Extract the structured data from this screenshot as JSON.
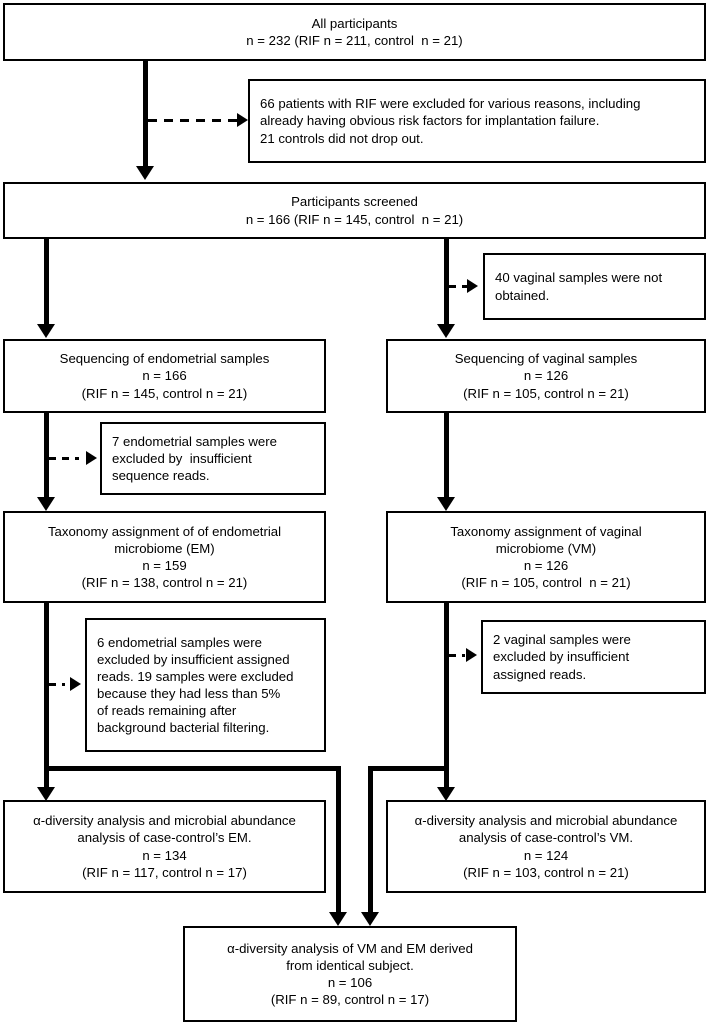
{
  "diagram": {
    "title": "Study participant flow diagram",
    "accent_color": "#000000",
    "background_color": "#ffffff"
  },
  "nodes": {
    "all_participants": {
      "l1": "All participants",
      "l2": "n = 232 (RIF n = 211, control  n = 21)"
    },
    "excluded_first": {
      "l1": "66 patients with RIF were excluded for various reasons, including",
      "l2": "already having obvious risk factors for implantation failure.",
      "l3": "21 controls did not drop out."
    },
    "participants_screened": {
      "l1": "Participants screened",
      "l2": "n = 166 (RIF n = 145, control  n = 21)"
    },
    "vaginal_not_obtained": {
      "l1": "40 vaginal samples were not",
      "l2": "obtained."
    },
    "seq_endometrial": {
      "l1": "Sequencing of endometrial samples",
      "l2": "n = 166",
      "l3": "(RIF n = 145, control n = 21)"
    },
    "seq_vaginal": {
      "l1": "Sequencing of vaginal samples",
      "l2": "n = 126",
      "l3": "(RIF n = 105, control n = 21)"
    },
    "excluded_seq_reads": {
      "l1": "7 endometrial samples were",
      "l2": "excluded by  insufficient",
      "l3": "sequence reads."
    },
    "taxonomy_em": {
      "l1": "Taxonomy assignment of of endometrial",
      "l2": "microbiome (EM)",
      "l3": "n = 159",
      "l4": "(RIF n = 138, control n = 21)"
    },
    "taxonomy_vm": {
      "l1": "Taxonomy assignment of vaginal",
      "l2": "microbiome (VM)",
      "l3": "n = 126",
      "l4": "(RIF n = 105, control  n = 21)"
    },
    "excluded_em_assigned": {
      "l1": "6 endometrial samples were",
      "l2": "excluded by insufficient assigned",
      "l3": "reads. 19 samples were excluded",
      "l4": "because they had less than 5%",
      "l5": "of reads remaining after",
      "l6": "background bacterial filtering."
    },
    "excluded_vm_assigned": {
      "l1": "2 vaginal samples were",
      "l2": "excluded by insufficient",
      "l3": "assigned reads."
    },
    "alpha_em": {
      "l1": "α-diversity analysis and microbial abundance",
      "l2": "analysis of case-control’s EM.",
      "l3": "n = 134",
      "l4": "(RIF n = 117, control n = 17)"
    },
    "alpha_vm": {
      "l1": "α-diversity analysis and microbial abundance",
      "l2": "analysis of case-control’s VM.",
      "l3": "n = 124",
      "l4": "(RIF n = 103, control n = 21)"
    },
    "alpha_combined": {
      "l1": "α-diversity analysis of VM and EM derived",
      "l2": "from identical subject.",
      "l3": "n = 106",
      "l4": "(RIF n = 89, control n = 17)"
    }
  },
  "connectors": {
    "main_down_1": "arrow-all-participants-to-screened",
    "dashed_1": "dashed-to-excluded-first",
    "split_left": "arrow-screened-to-seq-endometrial",
    "split_right": "arrow-screened-to-seq-vaginal",
    "dashed_vaginal_not_obtained": "dashed-to-vaginal-not-obtained",
    "dashed_seq_reads": "dashed-to-excluded-seq-reads",
    "dashed_em_assigned": "dashed-to-excluded-em-assigned",
    "dashed_vm_assigned": "dashed-to-excluded-vm-assigned",
    "merge_em_to_combined": "arrow-em-branch-to-combined",
    "merge_vm_to_combined": "arrow-vm-branch-to-combined"
  }
}
